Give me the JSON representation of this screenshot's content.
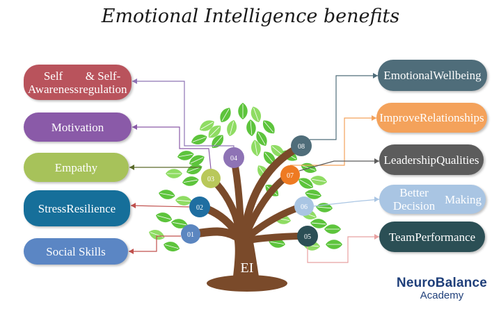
{
  "title": "Emotional Intelligence benefits",
  "trunk_label": "EI",
  "colors": {
    "brown": "#7a4a2a",
    "leaf": "#5dc43c",
    "leaf_light": "#8fdc63"
  },
  "left_benefits": [
    {
      "label": "Self Awareness\n& Self-regulation",
      "number": "04",
      "color": "#b9535c",
      "node_color": "#8e73b5"
    },
    {
      "label": "Motivation",
      "number": "03",
      "color": "#8a5aa8",
      "node_color": "#b9c85a"
    },
    {
      "label": "Empathy",
      "number": "02",
      "color": "#a7c25a",
      "node_color": "#1f6ea1"
    },
    {
      "label": "Stress\nResilience",
      "number": "01",
      "color": "#166f9a",
      "node_color": "#5b86c0"
    },
    {
      "label": "Social Skills",
      "number": "",
      "color": "#5b86c4",
      "node_color": ""
    }
  ],
  "right_benefits": [
    {
      "label": "Emotional\nWellbeing",
      "number": "08",
      "color": "#4f6d7a",
      "node_color": "#4f6d7a"
    },
    {
      "label": "Improve\nRelationships",
      "number": "07",
      "color": "#f4a25b",
      "node_color": "#ee7a22"
    },
    {
      "label": "Leadership\nQualities",
      "number": "",
      "color": "#5c5c5c",
      "node_color": ""
    },
    {
      "label": "Better Decision\nMaking",
      "number": "06",
      "color": "#a9c5e3",
      "node_color": "#a9c5e3"
    },
    {
      "label": "Team\nPerformance",
      "number": "05",
      "color": "#2b4f55",
      "node_color": "#2b4f55"
    }
  ],
  "logo": {
    "line1": "NeuroBalance",
    "line2": "Academy"
  }
}
